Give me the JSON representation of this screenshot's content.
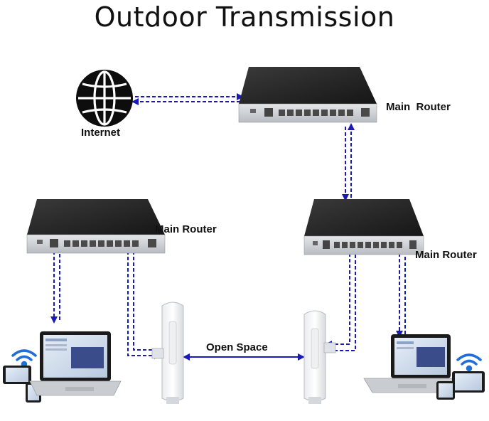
{
  "title": "Outdoor  Transmission",
  "labels": {
    "internet": "Internet",
    "router_top": "Main  Router",
    "router_left": "Main Router",
    "router_right": "Main Router",
    "open_space": "Open Space"
  },
  "colors": {
    "link": "#1a1ab8",
    "router_body": "#2a2a2a",
    "router_front": "#cfd2d6",
    "port": "#4a4a4a",
    "globe": "#111111",
    "wifi": "#1f6fd6"
  },
  "icons": [
    "globe-icon",
    "router-icon",
    "cpe-antenna-icon",
    "laptop-icon",
    "tablet-icon",
    "phone-icon",
    "wifi-icon"
  ]
}
